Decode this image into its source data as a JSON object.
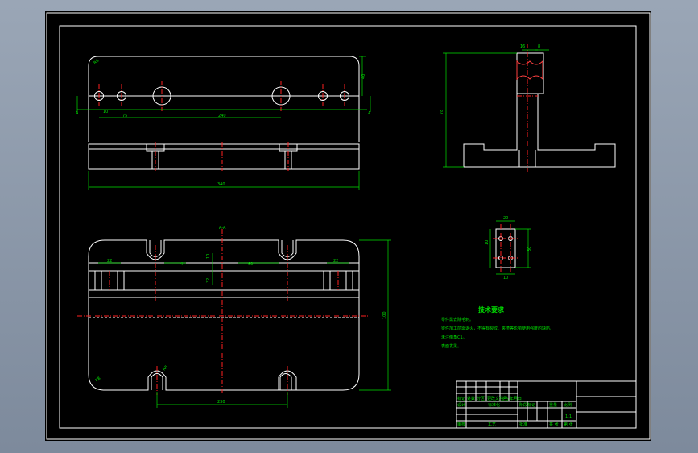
{
  "drawing": {
    "colors": {
      "background": "#000000",
      "outline": "#ffffff",
      "centerline": "#ff2020",
      "dimension": "#00e000",
      "surround": "#8f9bad"
    },
    "dims": {
      "front_top_radius": "R8",
      "front_hole_offset": "10",
      "front_spacing": "75",
      "front_center_span": "240",
      "front_height": "40",
      "front_width": "340",
      "section_label_left": "A",
      "section_label_right": "A",
      "side_top_a": "16",
      "side_top_b": "8",
      "side_height": "78",
      "plan_section_title": "A-A",
      "plan_slot_left": "22",
      "plan_slot_right": "22",
      "plan_slot_mid": "4",
      "plan_mid_a": "10",
      "plan_mid_b": "60",
      "plan_mid_c": "32",
      "plan_height": "100",
      "plan_bottom_span": "230",
      "plan_corner_radius": "R8",
      "plan_slot_radius": "R5",
      "detail_top": "20",
      "detail_left": "10",
      "detail_right": "30",
      "detail_bottom": "10"
    },
    "notes": {
      "heading": "技术要求",
      "lines": [
        "零件需去除毛刺。",
        "零件加工前需退火，不得有裂纹、夹渣等影响使用强度的缺陷。",
        "未注倒角C1。",
        "表面发黑。"
      ]
    },
    "title_block": {
      "row1": [
        "标记",
        "处数",
        "分区",
        "更改文件号",
        "签名",
        "年月日"
      ],
      "row2": [
        "设计",
        "标准化",
        "阶段标记",
        "重量",
        "比例"
      ],
      "row3": [
        "审核",
        "工艺",
        "批准",
        "共 张",
        "第 张"
      ],
      "scale": "1:1"
    }
  }
}
